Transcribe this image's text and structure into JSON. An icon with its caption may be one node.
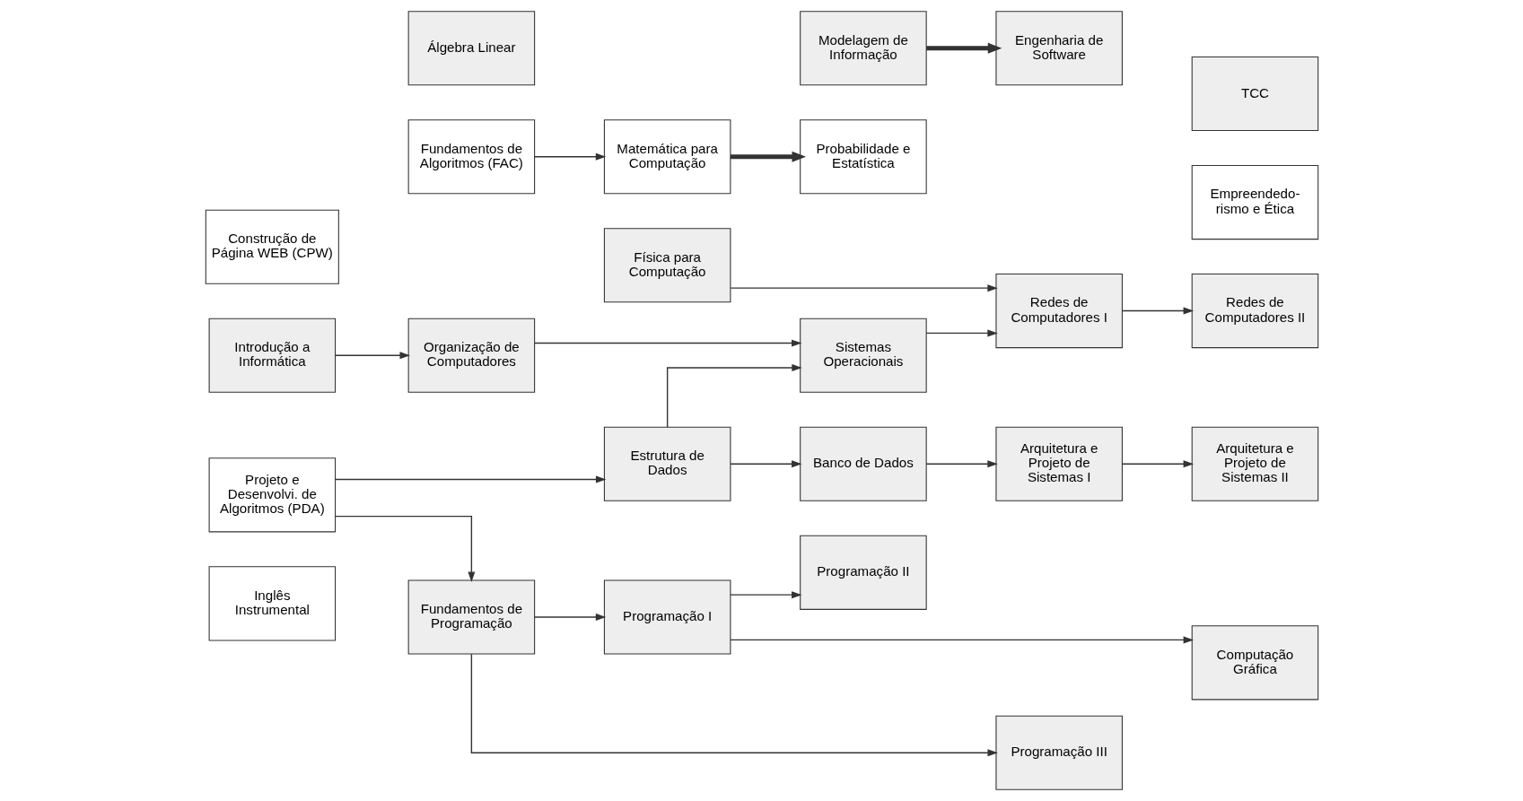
{
  "diagram": {
    "nodes": [
      {
        "text": [
          "Fundamentos de Algoritmos (FAC)"
        ]
      },
      {
        "text": [
          "Matemática para Computação"
        ]
      },
      {
        "text": [
          "Probabilidade e Estatística"
        ]
      },
      {
        "text": [
          "Empreendedo- rismo e Ética"
        ]
      },
      {
        "text": [
          "Inglês Instrumental"
        ]
      },
      {
        "text": [
          "Física para Computação"
        ]
      },
      {
        "text": [
          "Modelagem de Informação"
        ]
      },
      {
        "text": [
          "Engenharia de Software"
        ]
      },
      {
        "text": [
          "TCC"
        ]
      },
      {
        "text": [
          "Introdução a Informática"
        ]
      },
      {
        "text": [
          "Organização de Computadores"
        ]
      },
      {
        "text": [
          "Sistemas Operacionais"
        ]
      },
      {
        "text": [
          "Redes de Computadores I"
        ]
      },
      {
        "text": [
          "Redes de Computadores II"
        ]
      },
      {
        "text": [
          "Construção de Página WEB (CPW)"
        ]
      },
      {
        "text": [
          "Álgebra Linear"
        ]
      },
      {
        "text": [
          "Estrutura de Dados"
        ]
      },
      {
        "text": [
          "Banco de Dados"
        ]
      },
      {
        "text": [
          "Arquitetura e Projeto de Sistemas I"
        ]
      },
      {
        "text": [
          "Arquitetura e Projeto de Sistemas II"
        ]
      },
      {
        "text": [
          "Projeto e Desenvolvi. de Algoritmos (PDA)"
        ]
      },
      {
        "text": [
          "Fundamentos de Programação"
        ]
      },
      {
        "text": [
          "Programação I"
        ]
      },
      {
        "text": [
          "Programação II"
        ]
      },
      {
        "text": [
          "Programação III"
        ]
      },
      {
        "text": [
          "Computação Gráfica"
        ]
      }
    ],
    "edges": [
      {
        "from": 0,
        "to": 1,
        "arrow": "to"
      },
      {
        "from": 1,
        "to": 2,
        "arrow": "to",
        "style": "thick"
      },
      {
        "from": 6,
        "to": 7,
        "arrow": "to",
        "style": "thick"
      },
      {
        "from": 5,
        "to": 12,
        "arrow": "to"
      },
      {
        "from": 9,
        "to": 10,
        "arrow": "to"
      },
      {
        "from": 10,
        "to": 11,
        "arrow": "to"
      },
      {
        "from": 11,
        "to": 12,
        "arrow": "to"
      },
      {
        "from": 12,
        "to": 13,
        "arrow": "to"
      },
      {
        "from": 16,
        "to": 11,
        "arrow": "to"
      },
      {
        "from": 16,
        "to": 17,
        "arrow": "to"
      },
      {
        "from": 17,
        "to": 18,
        "arrow": "to"
      },
      {
        "from": 18,
        "to": 19,
        "arrow": "to"
      },
      {
        "from": 20,
        "to": 16,
        "arrow": "to"
      },
      {
        "from": 20,
        "to": 21,
        "arrow": "to"
      },
      {
        "from": 21,
        "to": 22,
        "arrow": "to"
      },
      {
        "from": 22,
        "to": 23,
        "arrow": "to"
      },
      {
        "from": 22,
        "to": 25,
        "arrow": "to"
      },
      {
        "from": 21,
        "to": 24,
        "arrow": "to"
      }
    ]
  }
}
